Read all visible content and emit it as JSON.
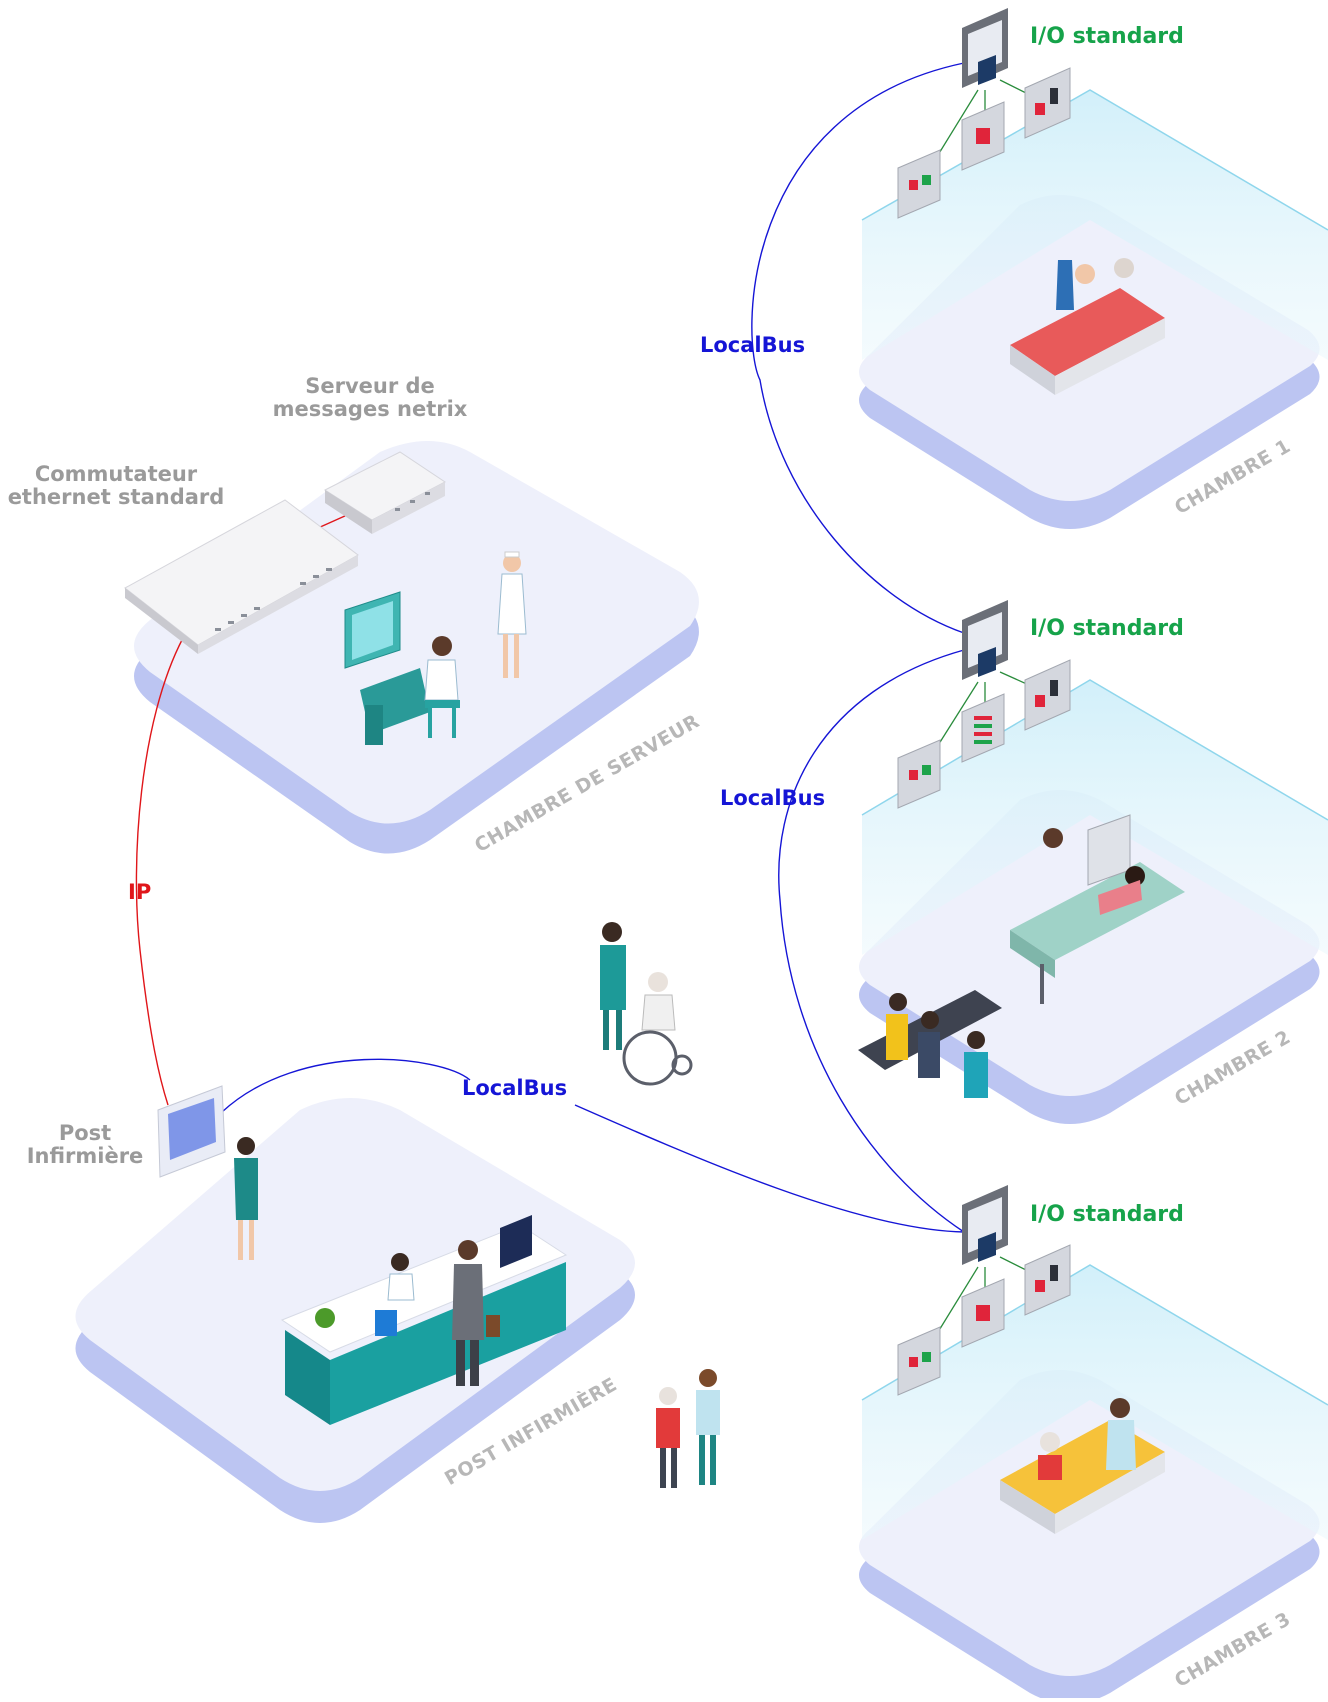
{
  "nodes": {
    "server": "Serveur de\nmessages netrix",
    "switch": "Commutateur\nethernet standard",
    "nurse_post": "Post\nInfirmière"
  },
  "links": {
    "ip": "IP",
    "localbus_1": "LocalBus",
    "localbus_2": "LocalBus",
    "localbus_3": "LocalBus"
  },
  "io": {
    "room1": "I/O standard",
    "room2": "I/O standard",
    "room3": "I/O standard"
  },
  "rooms": {
    "server_room": "CHAMBRE DE SERVEUR",
    "nurse_room": "POST INFIRMIÈRE",
    "room1": "CHAMBRE 1",
    "room2": "CHAMBRE 2",
    "room3": "CHAMBRE 3"
  },
  "colors": {
    "ip_line": "#e0161a",
    "localbus_line": "#1515d6",
    "io_text": "#16a34a",
    "platform_top": "#eef0fb",
    "platform_side": "#bcc5f2"
  }
}
